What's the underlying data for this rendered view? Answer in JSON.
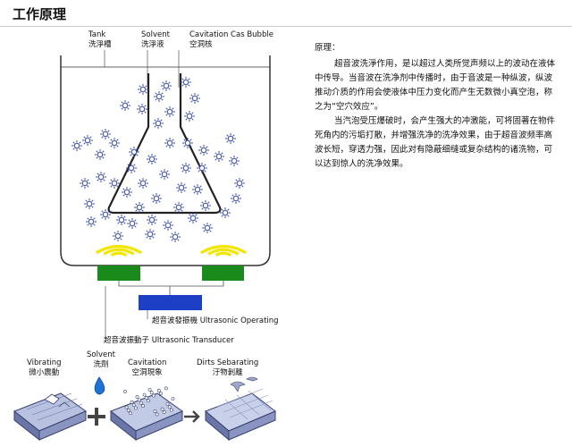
{
  "page_title": "工作原理",
  "tank_labels": {
    "tank_en": "Tank",
    "tank_zh": "洗淨槽",
    "solvent_en": "Solvent",
    "solvent_zh": "洗淨液",
    "cavitation_en": "Cavitation Cas Bubble",
    "cavitation_zh": "空洞核"
  },
  "generator_label": "超音波發振機 Ultrasonic Operating",
  "transducer_label": "超音波振動子 Ultrasonic Transducer",
  "description": {
    "heading": "原理：",
    "paragraph_1": "超音波洗淨作用，是以超过人类所觉声频以上的波动在液体中传导。当音波在洗净剂中传播时，由于音波是一种纵波，纵波推动介质的作用会使液体中压力变化而产生无数微小真空泡，称之为“空穴效应”。",
    "paragraph_2": "当汽泡受压爆破时，会产生强大的冲激能，可将固著在物件死角内的污垢打散，并增强洗净的洗净效果，由于超音波频率高波长短，穿透力强，因此对有隐蔽细缝或复杂结构的诸洗物，可以达到惊人的洗净效果。"
  },
  "process_steps": [
    {
      "en": "Vibrating",
      "zh": "微小震動"
    },
    {
      "en": "Solvent",
      "zh": "洗劑"
    },
    {
      "en": "Cavitation",
      "zh": "空洞現象"
    },
    {
      "en": "Dirts Sebarating",
      "zh": "汙物剝離"
    }
  ],
  "colors": {
    "transducer": "#1a8a1a",
    "generator": "#1d3fc6",
    "waves": "#f2e600",
    "bubbles": "#3a4fa8",
    "solvent_drop": "#1e73d6"
  }
}
